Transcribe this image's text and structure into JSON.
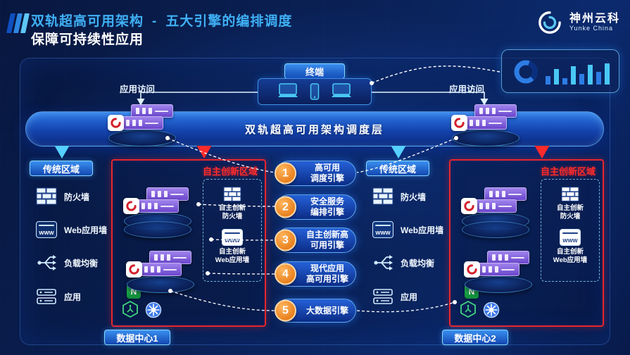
{
  "header": {
    "title_main": "双轨超高可用架构",
    "title_sep": "-",
    "title_sub": "五大引擎的编排调度",
    "subtitle": "保障可持续性应用",
    "logo_name": "神州云科",
    "logo_sub": "Yunke China"
  },
  "top": {
    "terminal": "终端",
    "access_left": "应用访问",
    "access_right": "应用访问"
  },
  "scheduler": {
    "label": "双轨超高可用架构调度层"
  },
  "labels": {
    "www": "WWW",
    "nginx": "N"
  },
  "left_zone": {
    "traditional": "传统区域",
    "items": [
      "防火墙",
      "Web应用墙",
      "负载均衡",
      "应用"
    ],
    "innovation": "自主创新区域",
    "inno_fw_l1": "自主创新",
    "inno_fw_l2": "防火墙",
    "inno_waf_l1": "自主创新",
    "inno_waf_l2": "Web应用墙",
    "datacenter": "数据中心1"
  },
  "right_zone": {
    "traditional": "传统区域",
    "items": [
      "防火墙",
      "Web应用墙",
      "负载均衡",
      "应用"
    ],
    "innovation": "自主创新区域",
    "inno_fw_l1": "自主创新",
    "inno_fw_l2": "防火墙",
    "inno_waf_l1": "自主创新",
    "inno_waf_l2": "Web应用墙",
    "datacenter": "数据中心2"
  },
  "engines": [
    {
      "num": "1",
      "l1": "高可用",
      "l2": "调度引擎"
    },
    {
      "num": "2",
      "l1": "安全服务",
      "l2": "编排引擎"
    },
    {
      "num": "3",
      "l1": "自主创新高",
      "l2": "可用引擎"
    },
    {
      "num": "4",
      "l1": "现代应用",
      "l2": "高可用引擎"
    },
    {
      "num": "5",
      "l1": "大数据引擎",
      "l2": ""
    }
  ],
  "icons": {
    "logo": "swirl-icon",
    "terminal": [
      "laptop-icon",
      "phone-icon",
      "laptop-icon"
    ],
    "stats": [
      "donut-chart-icon",
      "bar-chart-icon"
    ],
    "zone": [
      "firewall-brick-icon",
      "www-icon",
      "load-balancer-icon",
      "app-stack-icon"
    ],
    "innovation": [
      "server-icon",
      "vendor-badge-icon",
      "nginx-icon",
      "hexagon-node-icon",
      "kubernetes-wheel-icon"
    ]
  },
  "colors": {
    "accent_cyan": "#49c8f5",
    "title_blue": "#3fb0f5",
    "engine_orange": "#ef7c12",
    "innovation_red": "#e8262d",
    "server_purple": "#7a58d0",
    "nginx_green": "#1ba34a",
    "k8s_blue": "#3b77e8"
  }
}
